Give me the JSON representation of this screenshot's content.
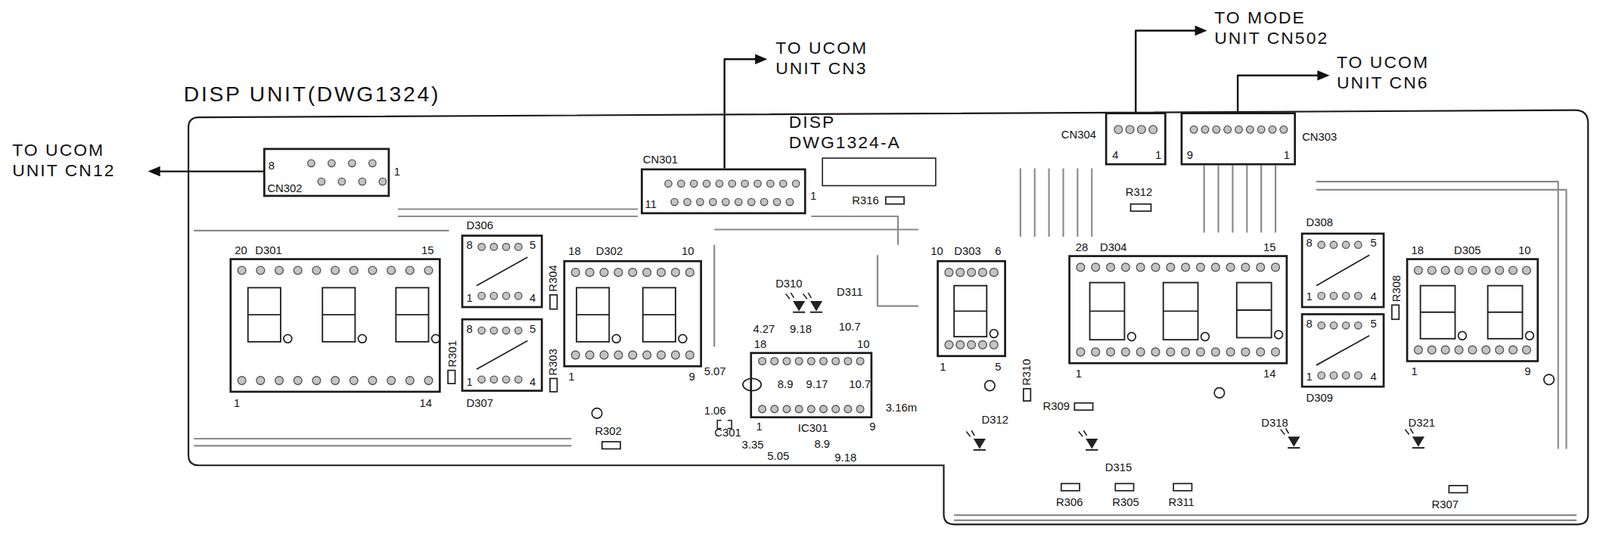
{
  "diagram": {
    "nodes": [
      {
        "text": [
          "DISP UNIT(DWG1324)"
        ]
      },
      {
        "text": [
          "CN302",
          "8",
          "1"
        ],
        "in": 0
      },
      {
        "text": [
          "CN301",
          "11",
          "1"
        ],
        "in": 0
      },
      {
        "text": [
          "CN304",
          "4",
          "1"
        ],
        "in": 0
      },
      {
        "text": [
          "CN303",
          "9",
          "1"
        ],
        "in": 0
      },
      {
        "text": [
          "D301",
          "20",
          "15",
          "1",
          "14"
        ],
        "in": 0
      },
      {
        "text": [
          "D306",
          "8",
          "5",
          "1",
          "4"
        ],
        "in": 0
      },
      {
        "text": [
          "D307",
          "8",
          "5",
          "1",
          "4"
        ],
        "in": 0
      },
      {
        "text": [
          "D302",
          "18",
          "10",
          "1",
          "9"
        ],
        "in": 0
      },
      {
        "text": [
          "D303",
          "10",
          "6",
          "1",
          "5"
        ],
        "in": 0
      },
      {
        "text": [
          "D304",
          "28",
          "15",
          "1",
          "14"
        ],
        "in": 0
      },
      {
        "text": [
          "D308",
          "8",
          "5",
          "1",
          "4"
        ],
        "in": 0
      },
      {
        "text": [
          "D309",
          "8",
          "5",
          "1",
          "4"
        ],
        "in": 0
      },
      {
        "text": [
          "D305",
          "18",
          "10",
          "1",
          "9"
        ],
        "in": 0
      },
      {
        "text": [
          "IC301",
          "18",
          "10",
          "1",
          "9"
        ],
        "in": 0
      }
    ],
    "labels": [
      "TO UCOM UNIT CN12",
      "TO UCOM UNIT CN3",
      "TO MODE UNIT CN502",
      "TO UCOM UNIT CN6",
      "DISP DWG1324-A",
      "R316",
      "R312",
      "R304",
      "R303",
      "R301",
      "R308",
      "R302",
      "R310",
      "R309",
      "R306",
      "R305",
      "R311",
      "R307",
      "D310",
      "D311",
      "D312",
      "D315",
      "D318",
      "D321",
      "C301",
      "4.27",
      "9.18",
      "10.7",
      "5.07",
      "8.9",
      "9.17",
      "10.7",
      "1.06",
      "3.16m",
      "3.35",
      "5.05",
      "8.9",
      "9.18"
    ]
  }
}
